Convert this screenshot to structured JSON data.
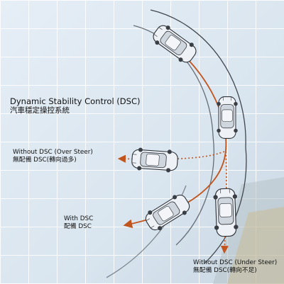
{
  "title": {
    "en": "Dynamic Stability Control (DSC)",
    "zh": "汽車穩定操控系統"
  },
  "labels": {
    "over_steer": {
      "en": "Without DSC (Over Steer)",
      "zh": "無配備 DSC(轉向過多)"
    },
    "with_dsc": {
      "en": "With DSC",
      "zh": "配備 DSC"
    },
    "under_steer": {
      "en": "Without DSC (Under Steer)",
      "zh": "無配備 DSC(轉向不足)"
    }
  },
  "colors": {
    "background": "#dfe9f2",
    "grid": "#f7fbff",
    "road_line": "#40464e",
    "dsc_path": "#c2541e",
    "car_body": "#eef1f5",
    "car_outline": "#2d3238"
  },
  "icons": [
    "car-icon",
    "arrow-icon"
  ]
}
